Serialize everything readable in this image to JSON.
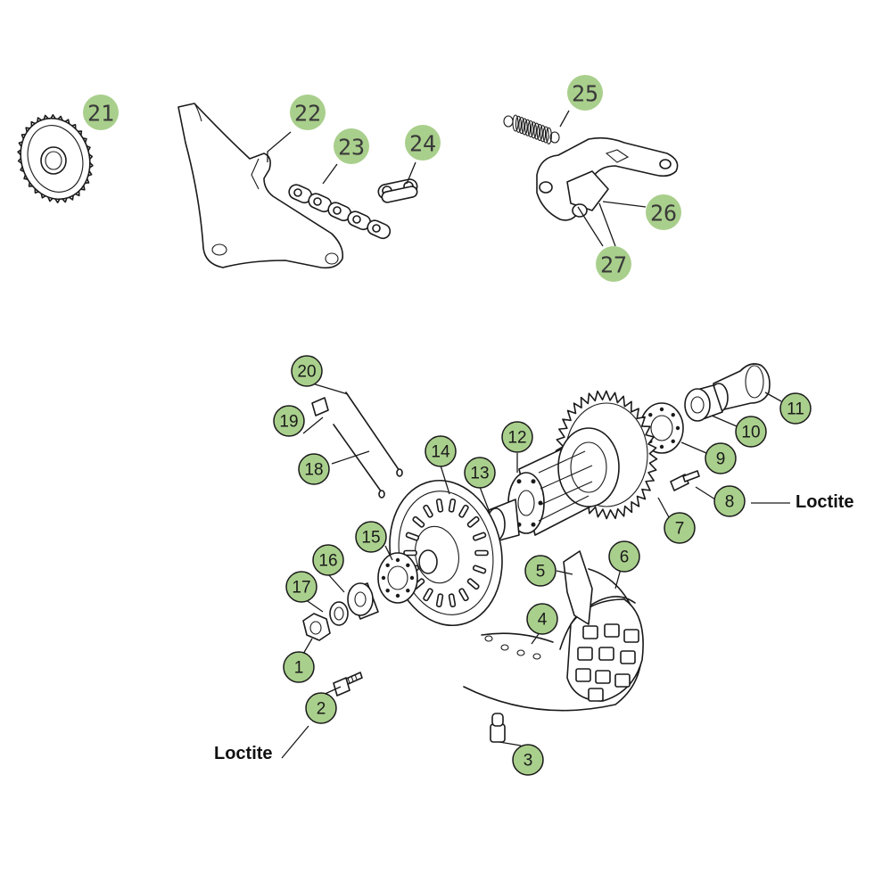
{
  "callouts": [
    {
      "id": "21",
      "style": "a"
    },
    {
      "id": "22",
      "style": "a"
    },
    {
      "id": "23",
      "style": "a"
    },
    {
      "id": "24",
      "style": "a"
    },
    {
      "id": "25",
      "style": "a"
    },
    {
      "id": "26",
      "style": "a"
    },
    {
      "id": "27",
      "style": "a"
    },
    {
      "id": "1",
      "style": "b"
    },
    {
      "id": "2",
      "style": "b"
    },
    {
      "id": "3",
      "style": "b"
    },
    {
      "id": "4",
      "style": "b"
    },
    {
      "id": "5",
      "style": "b"
    },
    {
      "id": "6",
      "style": "b"
    },
    {
      "id": "7",
      "style": "b"
    },
    {
      "id": "8",
      "style": "b"
    },
    {
      "id": "9",
      "style": "b"
    },
    {
      "id": "10",
      "style": "b"
    },
    {
      "id": "11",
      "style": "b"
    },
    {
      "id": "12",
      "style": "b"
    },
    {
      "id": "13",
      "style": "b"
    },
    {
      "id": "14",
      "style": "b"
    },
    {
      "id": "15",
      "style": "b"
    },
    {
      "id": "16",
      "style": "b"
    },
    {
      "id": "17",
      "style": "b"
    },
    {
      "id": "18",
      "style": "b"
    },
    {
      "id": "19",
      "style": "b"
    },
    {
      "id": "20",
      "style": "b"
    }
  ],
  "notes": {
    "loctite_right": "Loctite",
    "loctite_left": "Loctite"
  },
  "colors": {
    "callout_fill": "#a9cf8c",
    "line": "#1a1a1a"
  }
}
